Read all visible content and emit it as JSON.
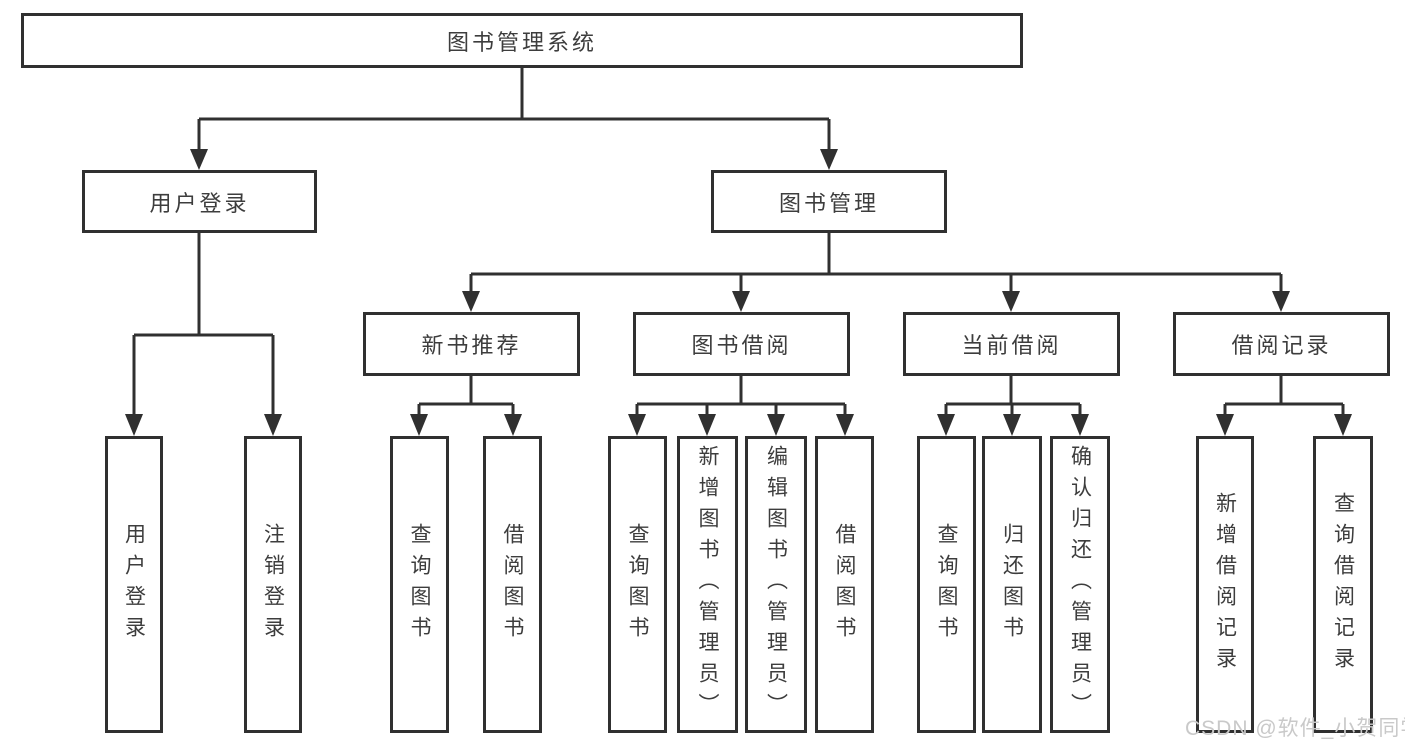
{
  "diagram_type": "hierarchy-tree",
  "tree": {
    "label": "图书管理系统",
    "children": [
      {
        "label": "用户登录",
        "children": [
          {
            "label": "用户登录"
          },
          {
            "label": "注销登录"
          }
        ]
      },
      {
        "label": "图书管理",
        "children": [
          {
            "label": "新书推荐",
            "children": [
              {
                "label": "查询图书"
              },
              {
                "label": "借阅图书"
              }
            ]
          },
          {
            "label": "图书借阅",
            "children": [
              {
                "label": "查询图书"
              },
              {
                "label": "新增图书（管理员）"
              },
              {
                "label": "编辑图书（管理员）"
              },
              {
                "label": "借阅图书"
              }
            ]
          },
          {
            "label": "当前借阅",
            "children": [
              {
                "label": "查询图书"
              },
              {
                "label": "归还图书"
              },
              {
                "label": "确认归还（管理员）"
              }
            ]
          },
          {
            "label": "借阅记录",
            "children": [
              {
                "label": "新增借阅记录"
              },
              {
                "label": "查询借阅记录"
              }
            ]
          }
        ]
      }
    ]
  },
  "watermark": {
    "text": "CSDN @软件_小贺同学",
    "color": "#c9c9c9"
  },
  "colors": {
    "line": "#303030",
    "box_border": "#303030",
    "text": "#3d3d3d",
    "background": "#ffffff"
  }
}
